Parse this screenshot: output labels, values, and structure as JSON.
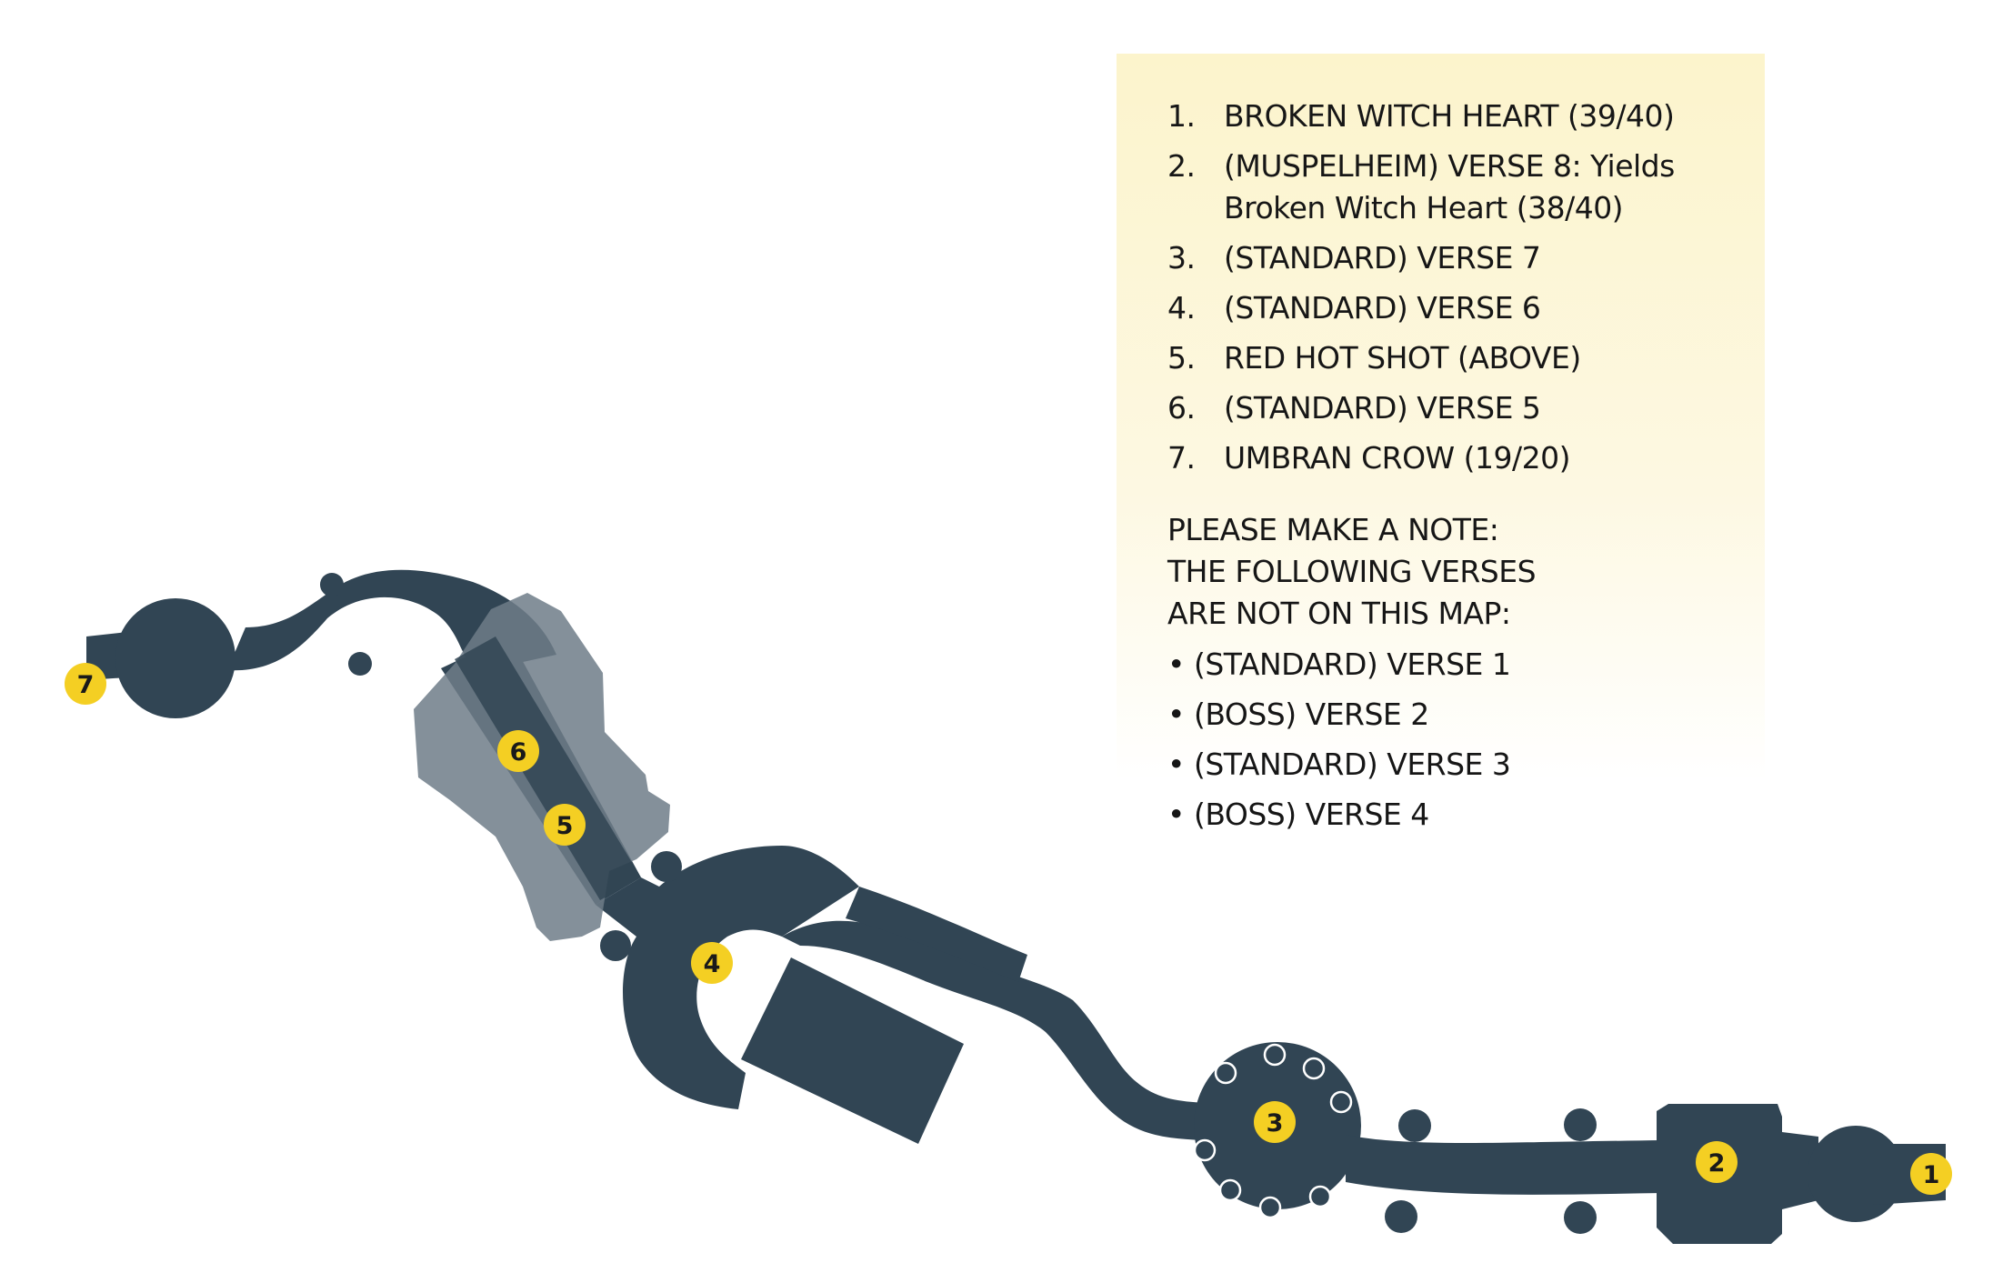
{
  "legend": {
    "items": [
      {
        "num": "1.",
        "text": "BROKEN WITCH HEART (39/40)"
      },
      {
        "num": "2.",
        "text": "(MUSPELHEIM) VERSE 8: Yields Broken Witch Heart (38/40)"
      },
      {
        "num": "3.",
        "text": "(STANDARD) VERSE 7"
      },
      {
        "num": "4.",
        "text": "(STANDARD) VERSE 6"
      },
      {
        "num": "5.",
        "text": "RED HOT SHOT (ABOVE)"
      },
      {
        "num": "6.",
        "text": "(STANDARD) VERSE 5"
      },
      {
        "num": "7.",
        "text": "UMBRAN CROW (19/20)"
      }
    ],
    "note_lines": [
      "PLEASE MAKE A NOTE:",
      "THE FOLLOWING VERSES",
      "ARE NOT ON THIS MAP:"
    ],
    "missing_verses": [
      "• (STANDARD) VERSE 1",
      "• (BOSS) VERSE 2",
      "• (STANDARD) VERSE 3",
      "• (BOSS) VERSE 4"
    ]
  },
  "map": {
    "colors": {
      "corridor": "#314554",
      "overlay_area": "#6f7d88",
      "marker_fill": "#f4cf23",
      "marker_text": "#1a1a1a",
      "legend_bg": "#fcf4cc"
    },
    "markers": [
      "1",
      "2",
      "3",
      "4",
      "5",
      "6",
      "7"
    ]
  }
}
